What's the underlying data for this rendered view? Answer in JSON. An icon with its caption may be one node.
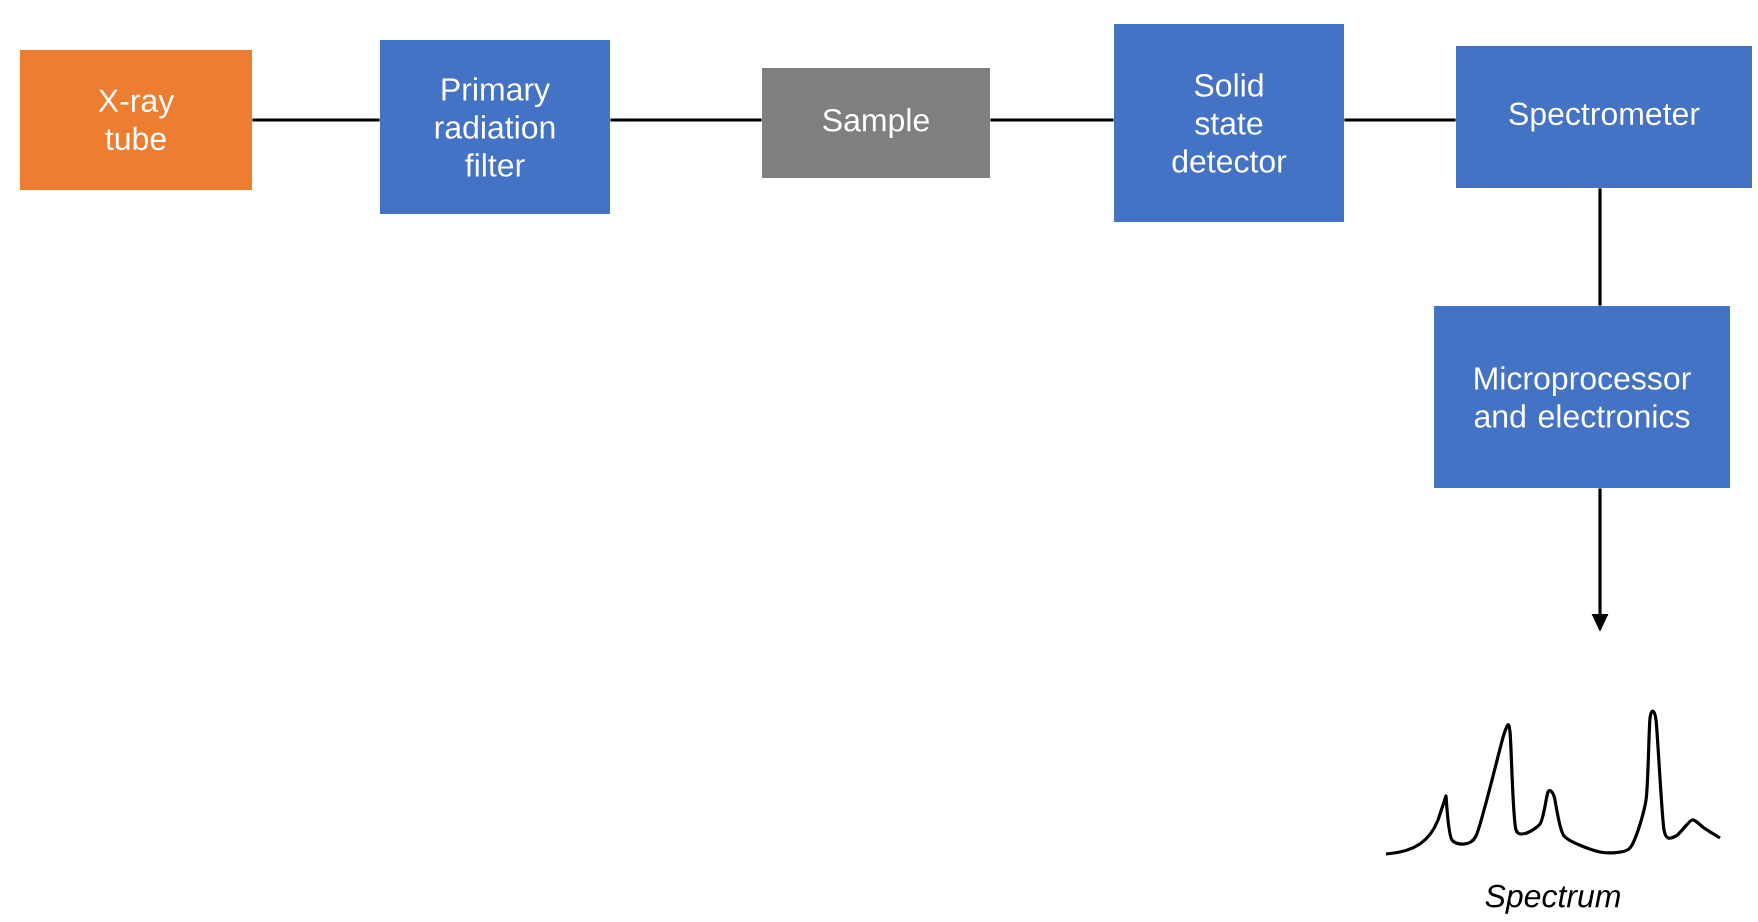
{
  "diagram": {
    "nodes": [
      {
        "text": [
          "X-ray tube"
        ]
      },
      {
        "text": [
          "Primary radiation filter"
        ]
      },
      {
        "text": [
          "Sample"
        ]
      },
      {
        "text": [
          "Solid state detector"
        ]
      },
      {
        "text": [
          "Spectrometer"
        ]
      },
      {
        "text": [
          "Microprocessor and electronics"
        ]
      },
      {
        "text": [],
        "shape": "picture",
        "beside": [
          "Spectrum"
        ]
      }
    ],
    "edges": [
      {
        "from": 0,
        "to": 1,
        "arrow": "none"
      },
      {
        "from": 1,
        "to": 2,
        "arrow": "none"
      },
      {
        "from": 2,
        "to": 3,
        "arrow": "none"
      },
      {
        "from": 3,
        "to": 4,
        "arrow": "none"
      },
      {
        "from": 4,
        "to": 5,
        "arrow": "none"
      },
      {
        "from": 5,
        "to": 6,
        "arrow": "to"
      }
    ]
  }
}
